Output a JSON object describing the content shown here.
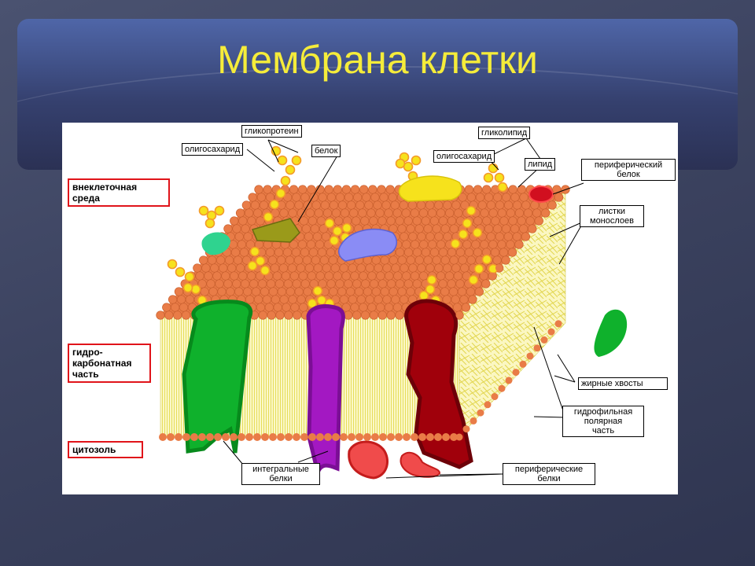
{
  "slide": {
    "title": "Мембрана клетки"
  },
  "diagram": {
    "labels": {
      "glycoprotein": "гликопротеин",
      "oligosaccharide_left": "олигосахарид",
      "protein": "белок",
      "glycolipid": "гликолипид",
      "oligosaccharide_right": "олигосахарид",
      "lipid": "липид",
      "peripheral_protein": "периферический\nбелок",
      "monolayer_leaflets": "листки\nмонослоев",
      "fatty_tails": "жирные хвосты",
      "hydrophilic_polar_part": "гидрофильная\nполярная\nчасть",
      "integral_proteins": "интегральные\nбелки",
      "peripheral_proteins": "периферические\nбелки"
    },
    "regions": {
      "extracellular": "внеклеточная\nсреда",
      "hydrophobic_part": "гидро-\nкарбонатная\nчасть",
      "cytosol": "цитозоль"
    },
    "colors": {
      "lipid_heads": "#e97c47",
      "lipid_tails": "#f3ef9c",
      "sugars": "#f6e21c",
      "green_protein": "#0fb12c",
      "purple_protein": "#a318c2",
      "dark_red_protein": "#a0000b",
      "pink_protein": "#f04b4b",
      "blue_protein": "#8a8cf5",
      "olive_protein": "#9a9a1a",
      "teal_protein": "#2fd38f",
      "region_border": "#e0141a",
      "title": "#f5ec3a"
    }
  }
}
